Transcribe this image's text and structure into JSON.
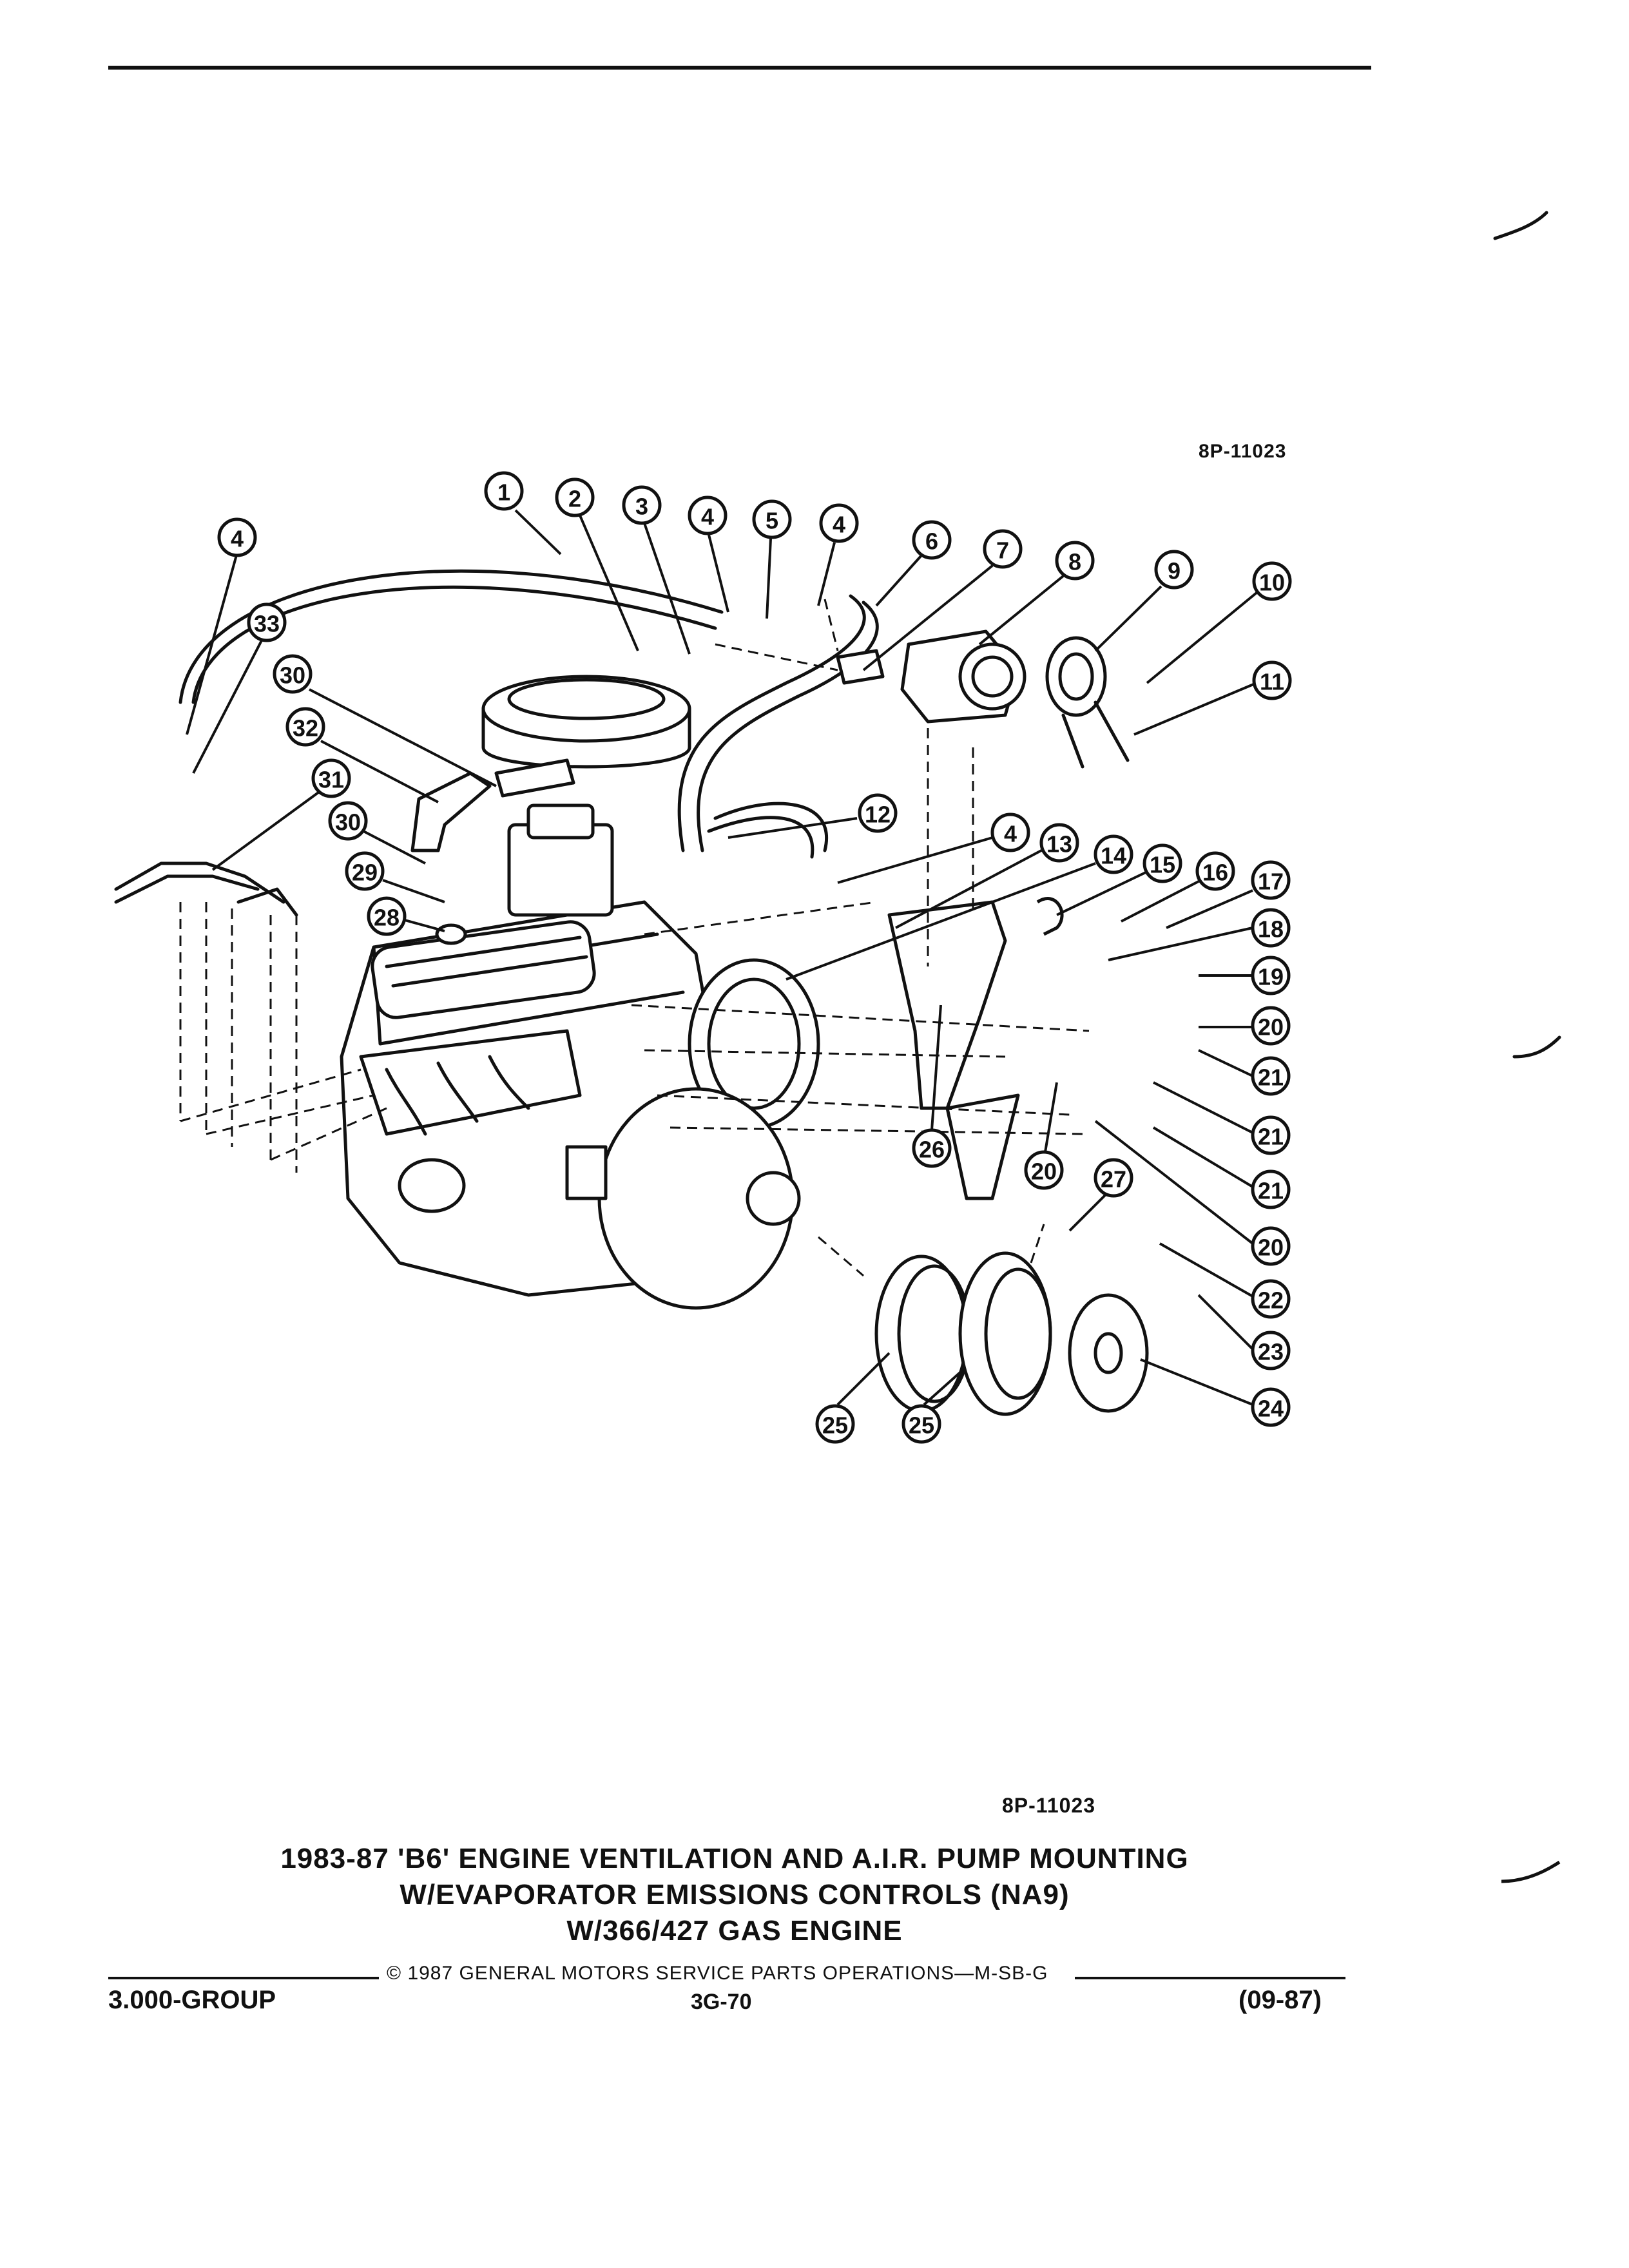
{
  "figure_id_top": "8P-11023",
  "figure_id_bottom": "8P-11023",
  "callouts": [
    "1",
    "2",
    "3",
    "4",
    "5",
    "4",
    "6",
    "7",
    "8",
    "9",
    "10",
    "11",
    "4",
    "33",
    "30",
    "32",
    "31",
    "30",
    "29",
    "28",
    "12",
    "4",
    "13",
    "14",
    "15",
    "16",
    "17",
    "18",
    "19",
    "20",
    "21",
    "21",
    "21",
    "20",
    "26",
    "20",
    "27",
    "22",
    "23",
    "24",
    "25",
    "25"
  ],
  "caption": {
    "line1": "1983-87 'B6' ENGINE VENTILATION AND A.I.R. PUMP MOUNTING",
    "line2": "W/EVAPORATOR EMISSIONS CONTROLS (NA9)",
    "line3": "W/366/427 GAS ENGINE"
  },
  "footer": {
    "copyright": "© 1987  GENERAL MOTORS SERVICE PARTS OPERATIONS—M-SB-G",
    "group": "3.000-GROUP",
    "page": "3G-70",
    "date": "(09-87)"
  }
}
